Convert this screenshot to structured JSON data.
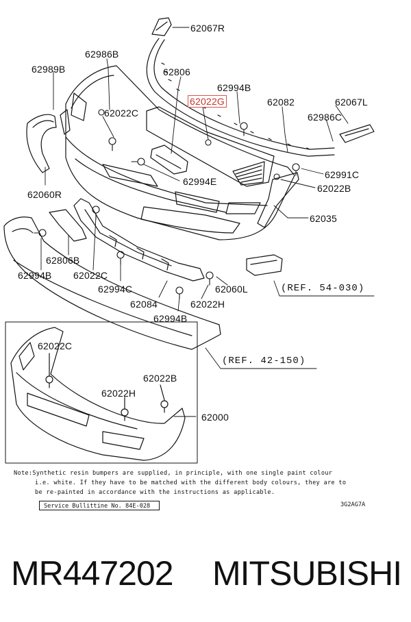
{
  "labels": {
    "p62067R": "62067R",
    "p62986B": "62986B",
    "p62989B": "62989B",
    "p62806": "62806",
    "p62994B_top": "62994B",
    "p62022G": "62022G",
    "p62082": "62082",
    "p62067L": "62067L",
    "p62986C": "62986C",
    "p62022C_top": "62022C",
    "p62991C": "62991C",
    "p62994E": "62994E",
    "p62022B_top": "62022B",
    "p62060R": "62060R",
    "p62035": "62035",
    "p62806B": "62806B",
    "p62994B_left": "62994B",
    "p62022C_mid": "62022C",
    "p62994C": "62994C",
    "p62060L": "62060L",
    "p62084": "62084",
    "p62022H_mid": "62022H",
    "p62994B_bot": "62994B",
    "p62022C_box": "62022C",
    "p62022B_box": "62022B",
    "p62022H_box": "62022H",
    "p62000": "62000"
  },
  "refs": {
    "ref1": "(REF. 54-030)",
    "ref2": "(REF. 42-150)"
  },
  "note": {
    "line1": "Note:Synthetic resin bumpers are supplied, in principle, with one single paint colour",
    "line2": "i.e. white. If they have to be matched with the different body colours, they are to",
    "line3": "be re-painted in accordance with the instructions as applicable."
  },
  "bulletin": "Service Bullittine No. 84E-028",
  "diagram_code": "3G2AG7A",
  "footer": {
    "part_number": "MR447202",
    "brand": "MITSUBISHI"
  },
  "colors": {
    "highlight": "#d9534f",
    "line": "#111111"
  }
}
